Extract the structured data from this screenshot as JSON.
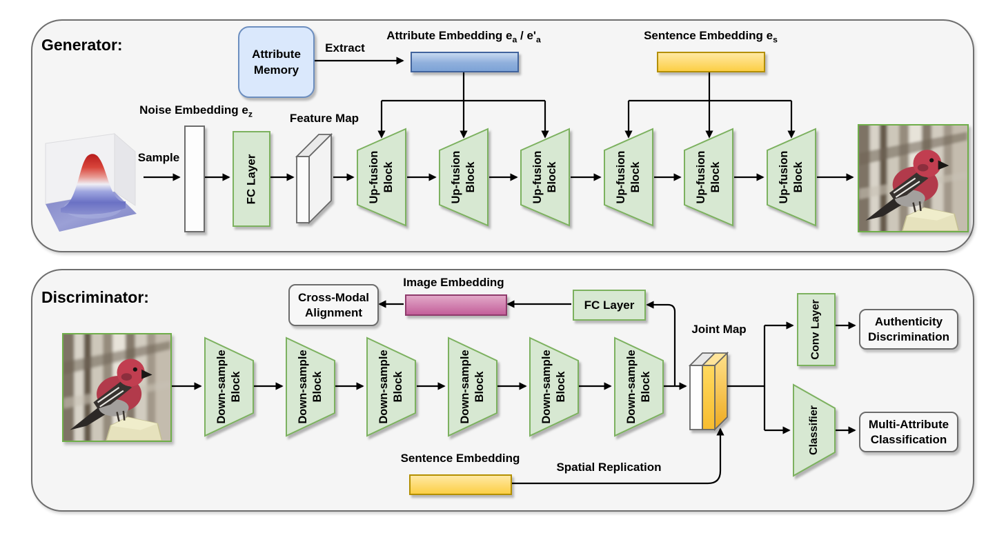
{
  "generator": {
    "title": "Generator:",
    "attribute_memory_line1": "Attribute",
    "attribute_memory_line2": "Memory",
    "extract_label": "Extract",
    "attribute_embedding_label_main": "Attribute Embedding e",
    "attribute_embedding_label_sub1": "a",
    "attribute_embedding_label_mid": " / e'",
    "attribute_embedding_label_sub2": "a",
    "sentence_embedding_label_main": "Sentence Embedding e",
    "sentence_embedding_label_sub": "s",
    "noise_embedding_label_main": "Noise Embedding e",
    "noise_embedding_label_sub": "z",
    "sample_label": "Sample",
    "fc_layer_label": "FC Layer",
    "feature_map_label": "Feature Map",
    "up_fusion_line1": "Up-fusion",
    "up_fusion_line2": "Block"
  },
  "discriminator": {
    "title": "Discriminator:",
    "down_sample_line1": "Down-sample",
    "down_sample_line2": "Block",
    "cross_modal_line1": "Cross-Modal",
    "cross_modal_line2": "Alignment",
    "image_embedding_label": "Image Embedding",
    "fc_layer_label": "FC Layer",
    "joint_map_label": "Joint Map",
    "conv_layer_label": "Conv Layer",
    "authenticity_line1": "Authenticity",
    "authenticity_line2": "Discrimination",
    "classifier_label": "Classifier",
    "multi_attribute_line1": "Multi-Attribute",
    "multi_attribute_line2": "Classification",
    "sentence_embedding_label": "Sentence Embedding",
    "spatial_replication_label": "Spatial Replication"
  },
  "colors": {
    "panel_bg": "#f5f5f5",
    "panel_border": "#6e6e6e",
    "green_fill": "#d7e8d2",
    "green_border": "#7cb15e",
    "blue_box_fill": "#dae8fc",
    "blue_box_border": "#6c8ebf",
    "blue_bar": "#8fafdc",
    "yellow_bar": "#fccf45",
    "pink_bar": "#c35f9a",
    "arrow": "#000000"
  }
}
